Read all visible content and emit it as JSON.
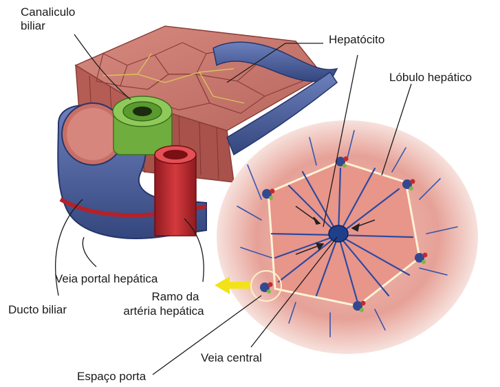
{
  "labels": {
    "canaliculo_line1": "Canaliculo",
    "canaliculo_line2": "biliar",
    "hepatocito": "Hepatócito",
    "lobulo": "Lóbulo hepático",
    "veia_portal": "Veia portal hepática",
    "ducto_biliar": "Ducto biliar",
    "ramo_line1": "Ramo da",
    "ramo_line2": "artéria hepática",
    "veia_central": "Veia central",
    "espaco_porta": "Espaço porta"
  },
  "colors": {
    "hepatocyte": "#c8776e",
    "hepatocyte_dark": "#a9564f",
    "portal_vein": "#4a5f9c",
    "artery": "#c1272d",
    "bile_duct": "#6fae3e",
    "lobule": "#e9a9a0",
    "central_vein": "#1f3f8a",
    "arrow_yellow": "#f3e21a"
  }
}
